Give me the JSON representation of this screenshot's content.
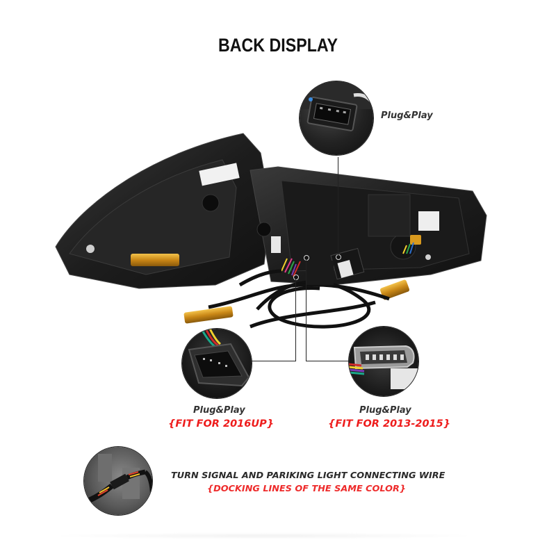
{
  "header": {
    "title": "BACK DISPLAY"
  },
  "callouts": {
    "top": {
      "label": "Plug&Play"
    },
    "left": {
      "label": "Plug&Play",
      "fit": "{FIT FOR 2016UP}"
    },
    "right": {
      "label": "Plug&Play",
      "fit": "{FIT FOR 2013-2015}"
    }
  },
  "wire_note": {
    "title": "TURN SIGNAL AND PARIKING LIGHT CONNECTING WIRE",
    "subtitle": "{DOCKING LINES OF THE SAME COLOR}"
  },
  "colors": {
    "accent_red": "#ee1c1c",
    "text_dark": "#2a2a2a",
    "housing": "#1c1c1c",
    "resistor_gold": "#d99a1e"
  }
}
